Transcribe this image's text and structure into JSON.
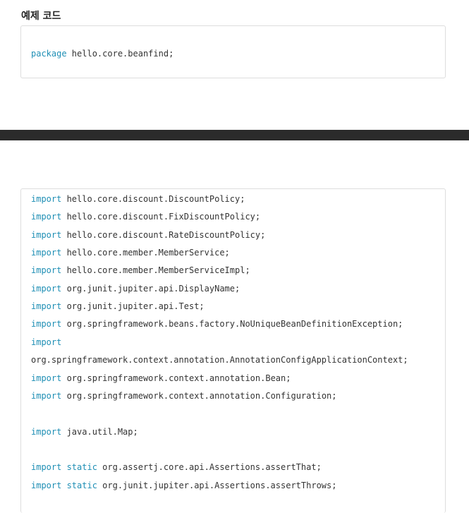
{
  "heading": "예제 코드",
  "snippet1": {
    "lines": [
      {
        "kw": "package",
        "text": " hello.core.beanfind;"
      }
    ]
  },
  "snippet2": {
    "lines": [
      {
        "kw": "import",
        "text": " hello.core.discount.DiscountPolicy;"
      },
      {
        "kw": "import",
        "text": " hello.core.discount.FixDiscountPolicy;"
      },
      {
        "kw": "import",
        "text": " hello.core.discount.RateDiscountPolicy;"
      },
      {
        "kw": "import",
        "text": " hello.core.member.MemberService;"
      },
      {
        "kw": "import",
        "text": " hello.core.member.MemberServiceImpl;"
      },
      {
        "kw": "import",
        "text": " org.junit.jupiter.api.DisplayName;"
      },
      {
        "kw": "import",
        "text": " org.junit.jupiter.api.Test;"
      },
      {
        "kw": "import",
        "text": " org.springframework.beans.factory.NoUniqueBeanDefinitionException;"
      },
      {
        "kw": "import",
        "text": ""
      },
      {
        "kw": "",
        "text": "org.springframework.context.annotation.AnnotationConfigApplicationContext;"
      },
      {
        "kw": "import",
        "text": " org.springframework.context.annotation.Bean;"
      },
      {
        "kw": "import",
        "text": " org.springframework.context.annotation.Configuration;"
      },
      {
        "kw": "",
        "text": ""
      },
      {
        "kw": "import",
        "text": " java.util.Map;"
      },
      {
        "kw": "",
        "text": ""
      },
      {
        "kw": "import static",
        "text": " org.assertj.core.api.Assertions.assertThat;"
      },
      {
        "kw": "import static",
        "text": " org.junit.jupiter.api.Assertions.assertThrows;"
      }
    ]
  }
}
